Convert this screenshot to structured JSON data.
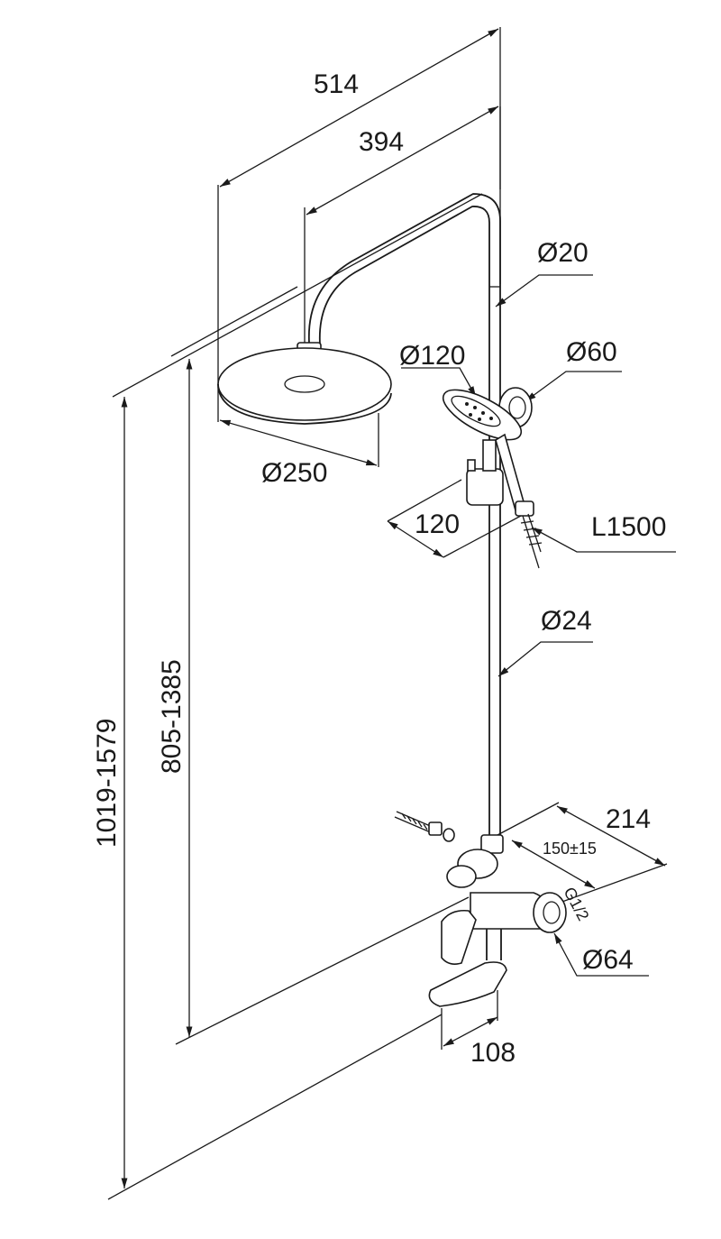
{
  "dimensions": {
    "total_width": "514",
    "arm_reach": "394",
    "pipe_top_dia": "Ø20",
    "hand_shower_dia": "Ø120",
    "holder_dia": "Ø60",
    "head_dia": "Ø250",
    "slider_offset": "120",
    "hose_length": "L1500",
    "pipe_main_dia": "Ø24",
    "head_height": "805-1385",
    "total_height": "1019-1579",
    "mixer_depth": "214",
    "mixer_centers": "150±15",
    "thread": "G1/2",
    "flange_dia": "Ø64",
    "spout_length": "108"
  }
}
